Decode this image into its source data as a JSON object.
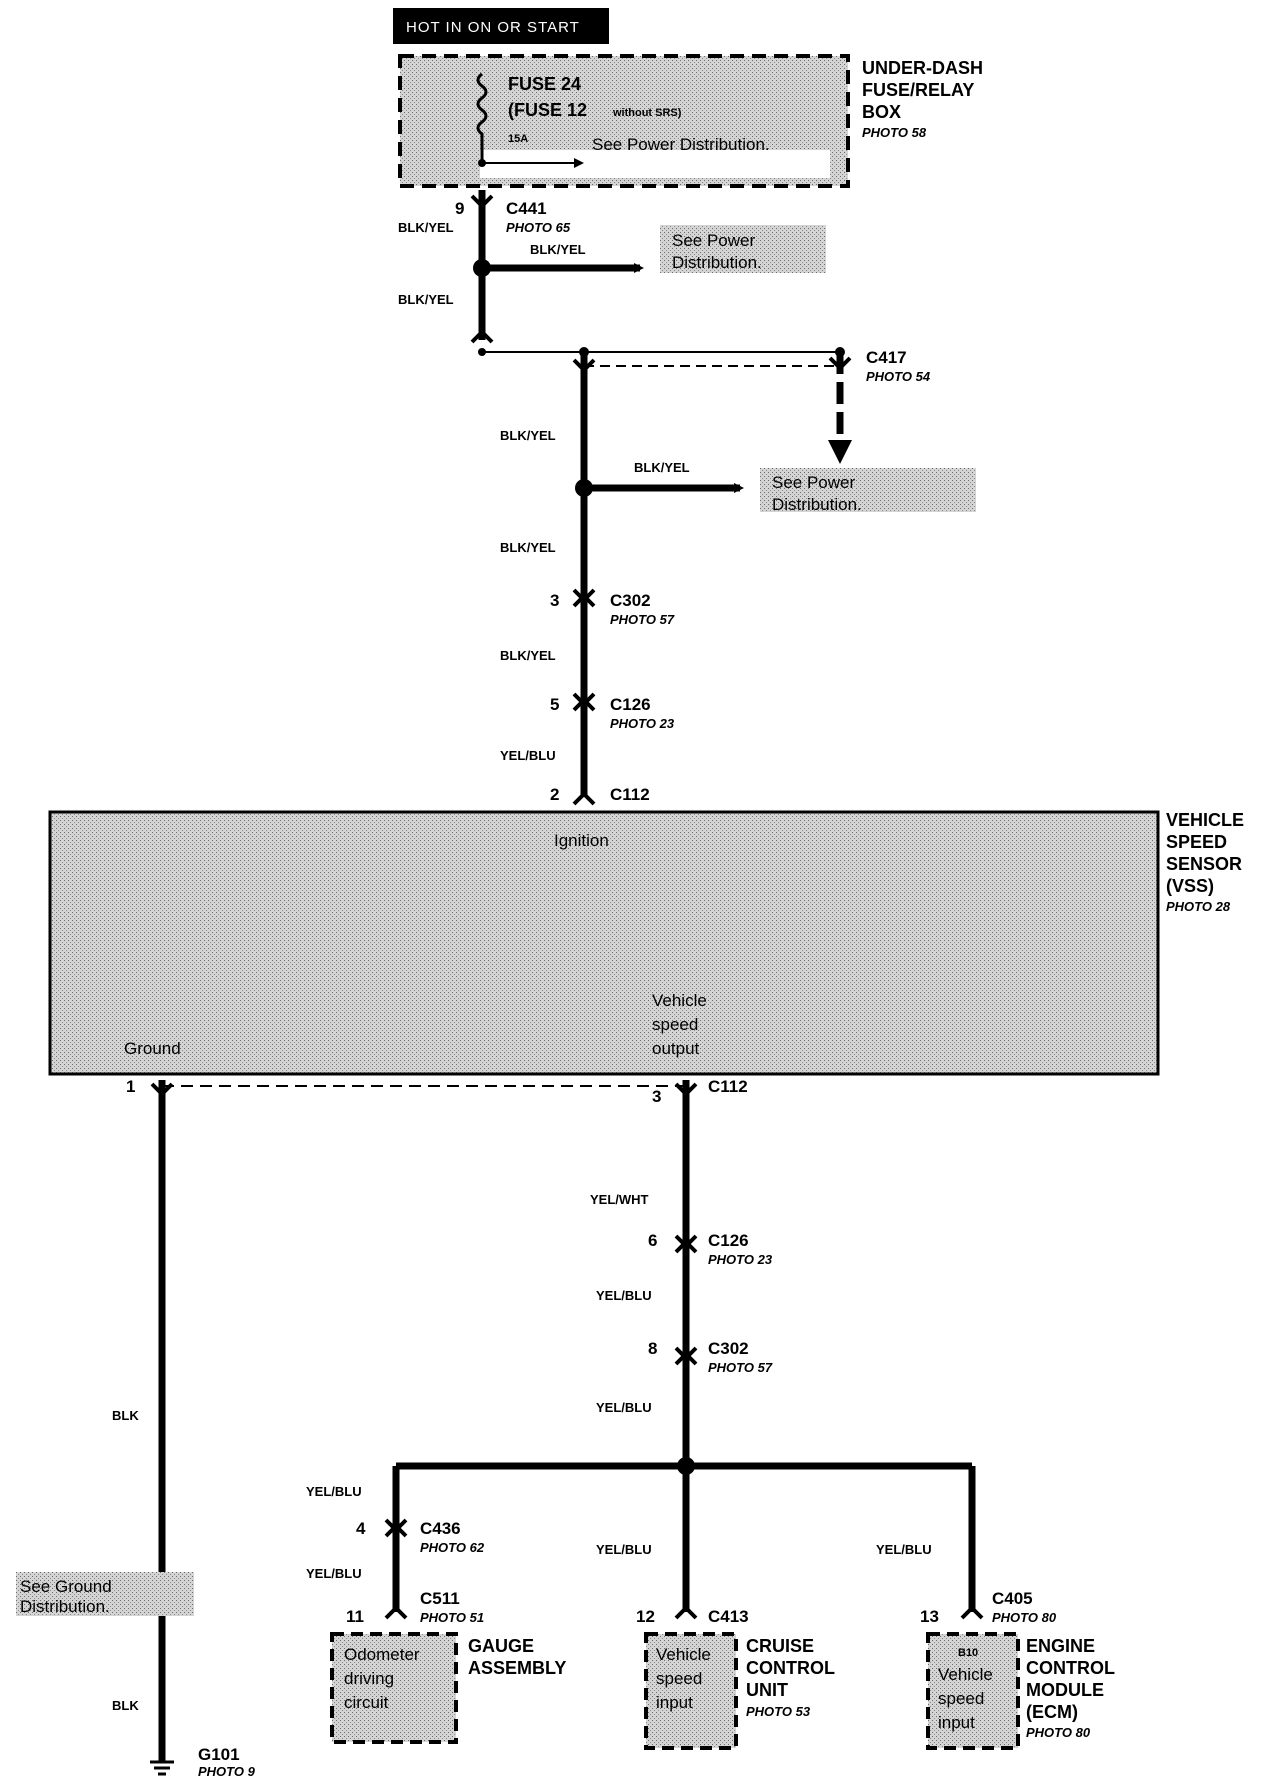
{
  "header": {
    "hot_label": "HOT IN ON OR START"
  },
  "fuse_box": {
    "name_line1": "UNDER-DASH",
    "name_line2": "FUSE/RELAY",
    "name_line3": "BOX",
    "photo": "PHOTO 58",
    "fuse_line1": "FUSE 24",
    "fuse_line2": "(FUSE 12",
    "fuse_line2b": "without SRS)",
    "rating": "15A",
    "see_power": "See Power Distribution."
  },
  "connectors": {
    "c441": {
      "pin": "9",
      "name": "C441",
      "photo": "PHOTO 65"
    },
    "c417": {
      "name": "C417",
      "photo": "PHOTO 54"
    },
    "c302_top": {
      "pin": "3",
      "name": "C302",
      "photo": "PHOTO 57"
    },
    "c126_top": {
      "pin": "5",
      "name": "C126",
      "photo": "PHOTO 23"
    },
    "c112_top": {
      "pin": "2",
      "name": "C112"
    },
    "c112_bottom": {
      "pin": "3",
      "name": "C112"
    },
    "ground_pin": "1",
    "c126_bottom": {
      "pin": "6",
      "name": "C126",
      "photo": "PHOTO 23"
    },
    "c302_bottom": {
      "pin": "8",
      "name": "C302",
      "photo": "PHOTO 57"
    },
    "c436": {
      "pin": "4",
      "name": "C436",
      "photo": "PHOTO 62"
    },
    "c511": {
      "pin": "11",
      "name": "C511",
      "photo": "PHOTO 51"
    },
    "c413": {
      "pin": "12",
      "name": "C413"
    },
    "c405": {
      "pin": "13",
      "name": "C405",
      "photo": "PHOTO 80"
    },
    "g101": {
      "name": "G101",
      "photo": "PHOTO 9"
    }
  },
  "wires": {
    "blk_yel": "BLK/YEL",
    "yel_blu": "YEL/BLU",
    "yel_wht": "YEL/WHT",
    "blk": "BLK"
  },
  "references": {
    "see_power_1": "See Power",
    "see_power_2": "Distribution.",
    "see_ground_1": "See Ground",
    "see_ground_2": "Distribution."
  },
  "vss": {
    "name_line1": "VEHICLE",
    "name_line2": "SPEED",
    "name_line3": "SENSOR",
    "name_line4": "(VSS)",
    "photo": "PHOTO 28",
    "ignition": "Ignition",
    "ground": "Ground",
    "output_line1": "Vehicle",
    "output_line2": "speed",
    "output_line3": "output"
  },
  "gauge": {
    "name_line1": "GAUGE",
    "name_line2": "ASSEMBLY",
    "inner_line1": "Odometer",
    "inner_line2": "driving",
    "inner_line3": "circuit"
  },
  "cruise": {
    "name_line1": "CRUISE",
    "name_line2": "CONTROL",
    "name_line3": "UNIT",
    "photo": "PHOTO 53",
    "inner_line1": "Vehicle",
    "inner_line2": "speed",
    "inner_line3": "input"
  },
  "ecm": {
    "name_line1": "ENGINE",
    "name_line2": "CONTROL",
    "name_line3": "MODULE",
    "name_line4": "(ECM)",
    "photo": "PHOTO 80",
    "terminal": "B10",
    "inner_line1": "Vehicle",
    "inner_line2": "speed",
    "inner_line3": "input"
  }
}
